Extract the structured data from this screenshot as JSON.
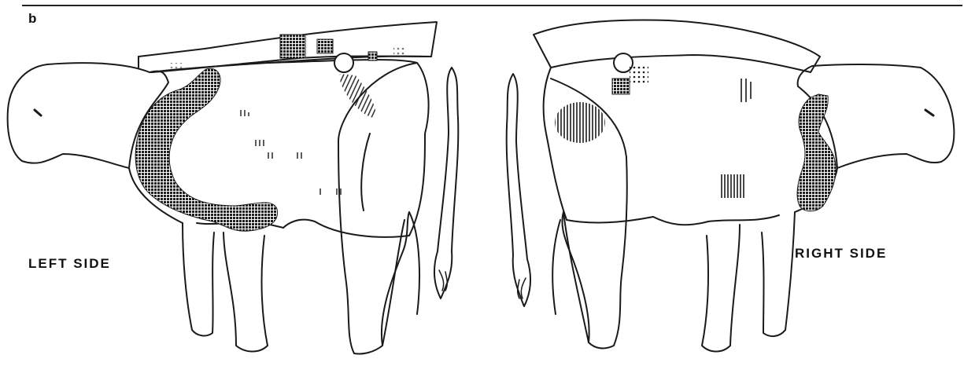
{
  "figure": {
    "panel_label": "b",
    "left_label": "LEFT SIDE",
    "right_label": "RIGHT SIDE",
    "colors": {
      "line": "#1a1a1a",
      "lesion_dense": "#2b2b2b",
      "background": "#ffffff"
    }
  }
}
